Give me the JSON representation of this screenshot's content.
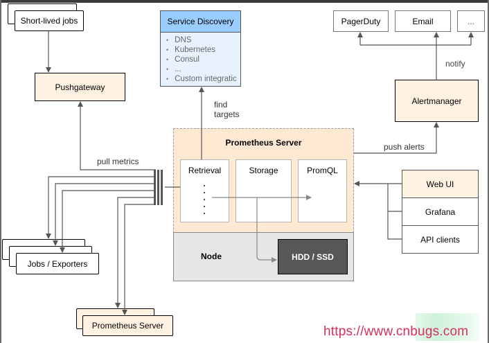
{
  "diagram": {
    "nodes": {
      "short_lived_jobs": "Short-lived jobs",
      "pushgateway": "Pushgateway",
      "service_discovery": {
        "title": "Service Discovery",
        "items": [
          "DNS",
          "Kubernetes",
          "Consul",
          "...",
          "Custom integratic"
        ]
      },
      "pagerduty": "PagerDuty",
      "email": "Email",
      "more_receivers": "...",
      "alertmanager": "Alertmanager",
      "prometheus_server": {
        "title": "Prometheus Server",
        "retrieval": "Retrieval",
        "storage": "Storage",
        "promql": "PromQL"
      },
      "node": "Node",
      "hdd_ssd": "HDD / SSD",
      "web_ui": "Web UI",
      "grafana": "Grafana",
      "api_clients": "API clients",
      "jobs_exporters": "Jobs / Exporters",
      "prometheus_server_federated": "Prometheus Server"
    },
    "edge_labels": {
      "find_targets_line1": "find",
      "find_targets_line2": "targets",
      "pull_metrics": "pull metrics",
      "push_alerts": "push alerts",
      "notify": "notify"
    },
    "colors": {
      "peach": "#fff2e3",
      "service_discovery_header": "#99ccff",
      "service_discovery_body": "#e8f2ff",
      "node_bg": "#e6e6e6",
      "hdd_bg": "#575757",
      "watermark": "#d6305a"
    }
  },
  "watermark": "https://www.cnbugs.com"
}
